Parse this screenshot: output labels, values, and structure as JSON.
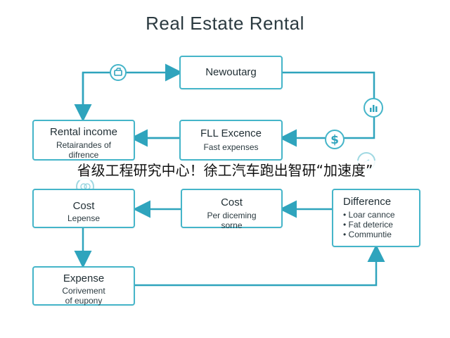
{
  "title": "Real Estate Rental",
  "nodes": {
    "newoutarg": {
      "title": "Newoutarg"
    },
    "rental_income": {
      "title": "Rental income",
      "lines": [
        "Retairandes of",
        "difrence"
      ]
    },
    "fll_expence": {
      "title": "FLL Excence",
      "lines": [
        "Fast expenses"
      ]
    },
    "cost_left": {
      "title": "Cost",
      "lines": [
        "Lepense"
      ]
    },
    "cost_mid": {
      "title": "Cost",
      "lines": [
        "Per diceming",
        "sorne"
      ]
    },
    "difference": {
      "title": "Difference",
      "items": [
        "Loar cannce",
        "Fat deterice",
        "Communtie"
      ]
    },
    "expense": {
      "title": "Expense",
      "lines": [
        "Corivement",
        "of eupony"
      ]
    }
  },
  "icons": {
    "top": "wallet-icon",
    "right_top": "bar-chart-icon",
    "dollar": "dollar-icon",
    "left_mid": "coins-icon",
    "right_mid": "link-icon"
  },
  "banner": "省级工程研究中心！徐工汽车跑出智研“加速度”",
  "colors": {
    "accent": "#45b5c9",
    "arrow": "#2fa4bd"
  }
}
